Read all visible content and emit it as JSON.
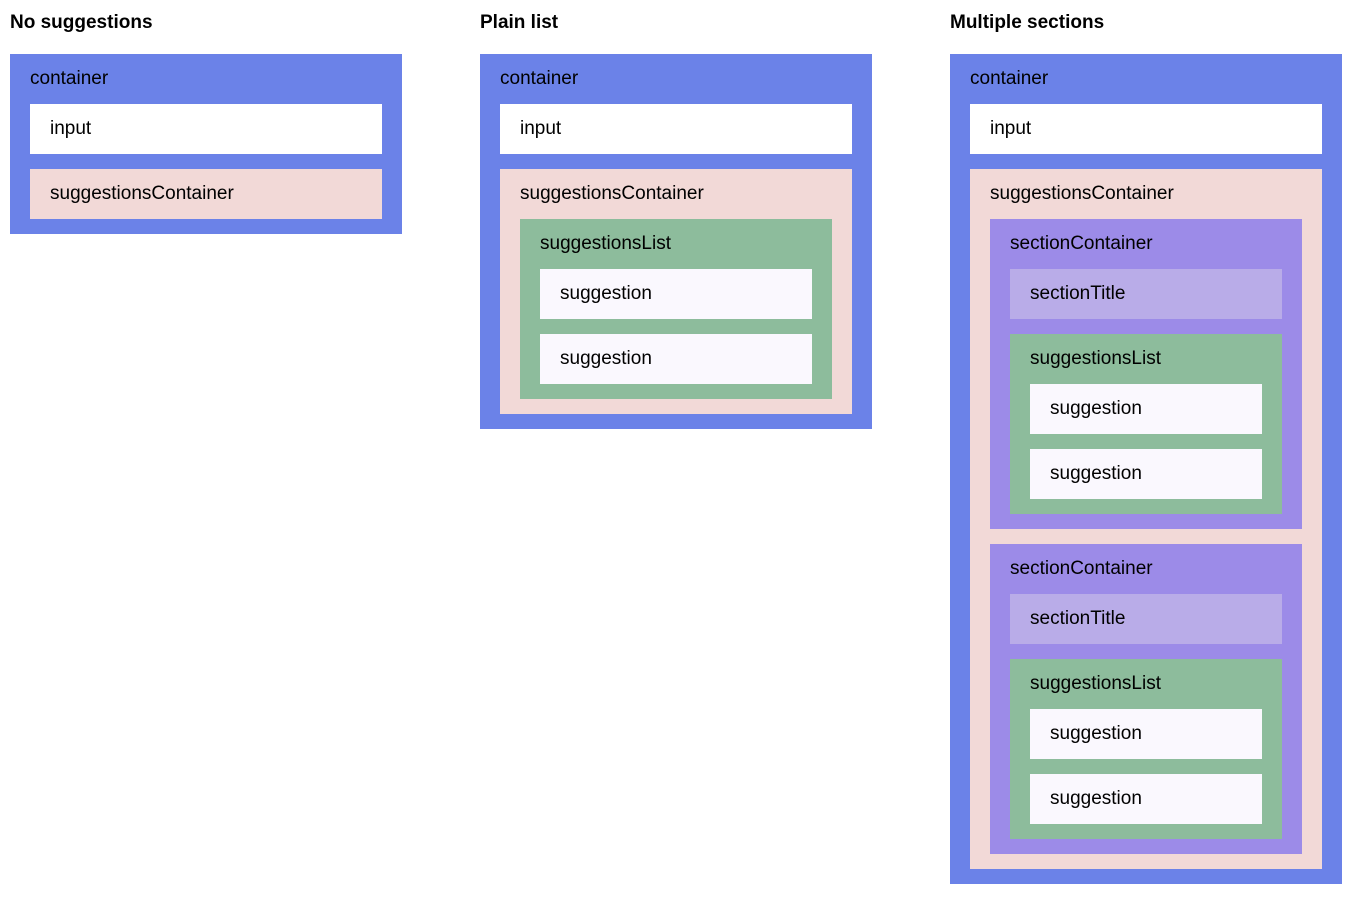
{
  "headings": {
    "no_suggestions": "No suggestions",
    "plain_list": "Plain list",
    "multiple_sections": "Multiple sections"
  },
  "labels": {
    "container": "container",
    "input": "input",
    "suggestions_container": "suggestionsContainer",
    "suggestions_list": "suggestionsList",
    "suggestion": "suggestion",
    "section_container": "sectionContainer",
    "section_title": "sectionTitle"
  },
  "colors": {
    "page_background": "#FFFFFF",
    "text": "#000000",
    "container": "#6B82E8",
    "input": "#FFFFFF",
    "suggestions_container": "#F2D9D7",
    "suggestions_list": "#8DBC9C",
    "suggestion": "#FAF8FE",
    "section_container": "#9C8BE8",
    "section_title": "#B9ACE8"
  }
}
